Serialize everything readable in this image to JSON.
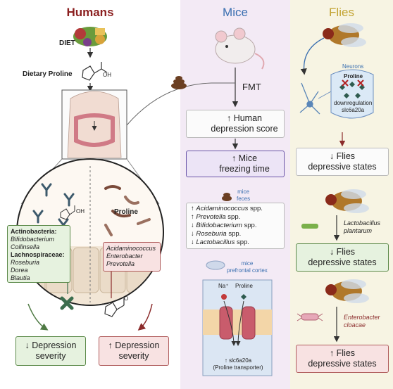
{
  "humans": {
    "title": "Humans",
    "diet": "DIET",
    "dietary_proline": "Dietary Proline",
    "proline": "Proline",
    "box_actinobacteria": {
      "line1": "Actinobacteria:",
      "line2": "Bifidobacterium",
      "line3": "Collinsella",
      "line4": "Lachnospiraceae:",
      "line5": "Roseburia",
      "line6": "Dorea",
      "line7": "Blautia"
    },
    "box_bacteria_up": {
      "line1": "Acidaminococcus",
      "line2": "Enterobacter",
      "line3": "Prevotella"
    },
    "outcome_down": {
      "line1": "↓ Depression",
      "line2": "severity"
    },
    "outcome_up": {
      "line1": "↑ Depression",
      "line2": "severity"
    },
    "oh": "OH",
    "o": "O"
  },
  "mice": {
    "title": "Mice",
    "fmt": "FMT",
    "human_score": {
      "line1": "↑ Human",
      "line2": "depression score"
    },
    "freezing": {
      "line1": "↑ Mice",
      "line2": "freezing time"
    },
    "feces_label": {
      "line1": "mice",
      "line2": "feces"
    },
    "taxa": [
      {
        "arrow": "↑",
        "name": "Acidaminococcus",
        "suffix": " spp."
      },
      {
        "arrow": "↑",
        "name": "Prevotella",
        "suffix": " spp."
      },
      {
        "arrow": "↓",
        "name": "Bifidobacterium",
        "suffix": " spp."
      },
      {
        "arrow": "↓",
        "name": "Roseburia",
        "suffix": " spp."
      },
      {
        "arrow": "↓",
        "name": "Lactobacillus",
        "suffix": " spp."
      }
    ],
    "pfc_label": {
      "line1": "mice",
      "line2": "prefrontal cortex"
    },
    "na": "Na⁺",
    "proline": "Proline",
    "transporter": {
      "line1": "↑ slc6a20a",
      "line2": "(Proline transporter)"
    }
  },
  "flies": {
    "title": "Flies",
    "neurons": "Neurons",
    "proline": "Proline",
    "downreg": {
      "line1": "downregulation",
      "line2": "slc6a20a"
    },
    "state1": {
      "line1": "↓ Flies",
      "line2": "depressive states"
    },
    "lacto": {
      "line1": "Lactobacillus",
      "line2": "plantarum"
    },
    "state2": {
      "line1": "↓ Flies",
      "line2": "depressive states"
    },
    "entero": {
      "line1": "Enterobacter",
      "line2": "cloacae"
    },
    "state3": {
      "line1": "↑ Flies",
      "line2": "depressive states"
    }
  },
  "colors": {
    "humans_title": "#8b1f1f",
    "mice_title": "#3a6fb0",
    "flies_title": "#c2a332"
  }
}
